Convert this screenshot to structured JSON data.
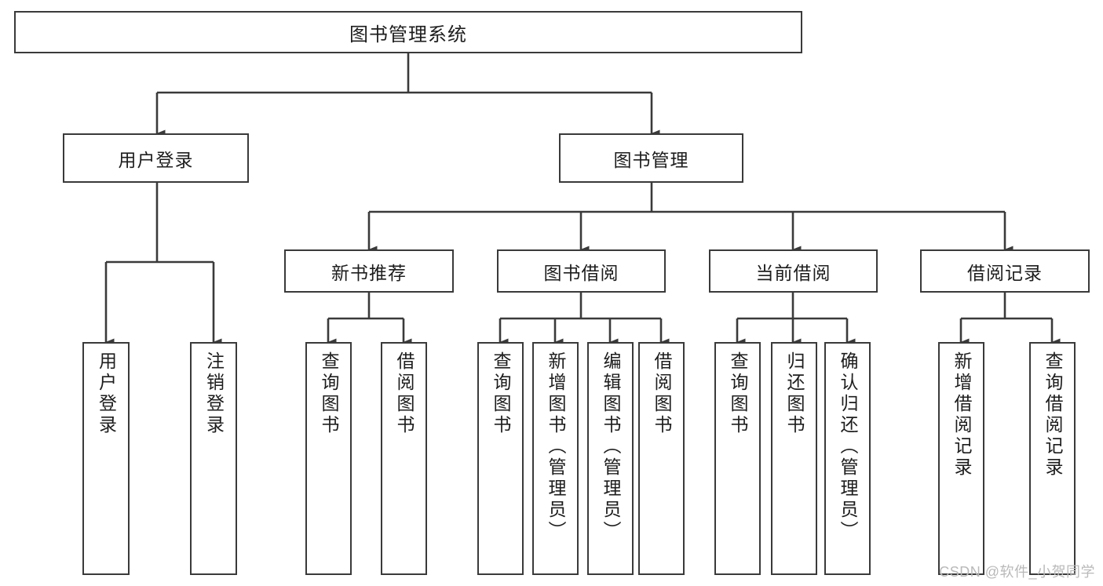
{
  "diagram": {
    "title": "图书管理系统",
    "type": "hierarchy-tree",
    "orientation": "top-down",
    "stroke_color": "#3a3a3a",
    "background_color": "#ffffff",
    "text_color": "#1d1d1d"
  },
  "root": {
    "label": "图书管理系统"
  },
  "level2": [
    {
      "label": "用户登录"
    },
    {
      "label": "图书管理"
    }
  ],
  "level3": [
    {
      "label": "新书推荐"
    },
    {
      "label": "图书借阅"
    },
    {
      "label": "当前借阅"
    },
    {
      "label": "借阅记录"
    }
  ],
  "leaves": {
    "user_login": [
      {
        "label": "用户登录"
      },
      {
        "label": "注销登录"
      }
    ],
    "new_book_recommend": [
      {
        "label": "查询图书"
      },
      {
        "label": "借阅图书"
      }
    ],
    "book_borrow": [
      {
        "label": "查询图书"
      },
      {
        "label": "新增图书（管理员）"
      },
      {
        "label": "编辑图书（管理员）"
      },
      {
        "label": "借阅图书"
      }
    ],
    "current_borrow": [
      {
        "label": "查询图书"
      },
      {
        "label": "归还图书"
      },
      {
        "label": "确认归还（管理员）"
      }
    ],
    "borrow_record": [
      {
        "label": "新增借阅记录"
      },
      {
        "label": "查询借阅记录"
      }
    ]
  },
  "watermark": {
    "text": "CSDN @软件_小贺同学"
  }
}
